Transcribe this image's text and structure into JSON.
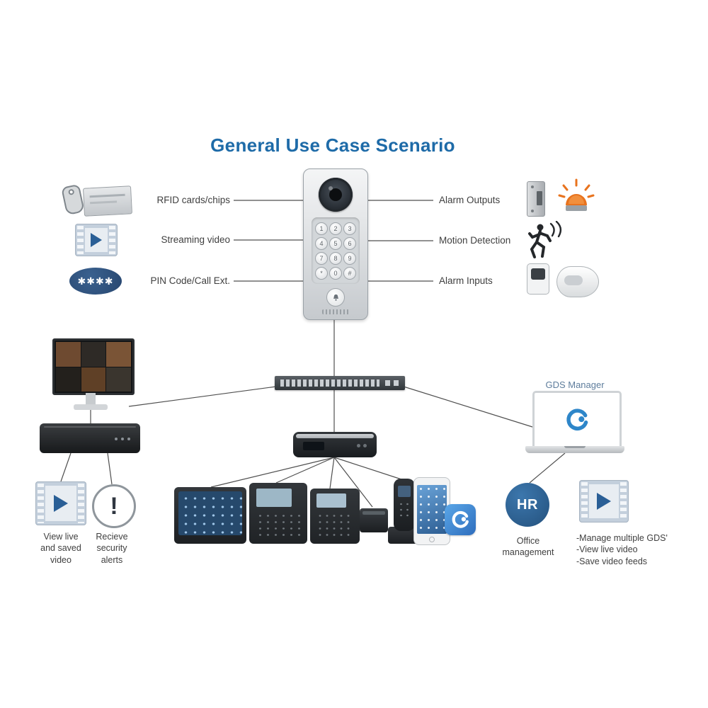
{
  "title": "General Use Case Scenario",
  "colors": {
    "title_blue": "#1e6ba8",
    "accent_blue": "#2a5f96",
    "pin_badge_navy": "#27466f",
    "hr_blue": "#2c5f90",
    "beacon_orange": "#e8731e",
    "film_blue": "#c3cfdc",
    "text_gray": "#3f3f3f"
  },
  "door_station": {
    "keys": [
      "1",
      "2",
      "3",
      "4",
      "5",
      "6",
      "7",
      "8",
      "9",
      "*",
      "0",
      "#"
    ]
  },
  "features_left": [
    {
      "label": "RFID cards/chips",
      "icon": "rfid-card-icon"
    },
    {
      "label": "Streaming video",
      "icon": "film-strip-icon"
    },
    {
      "label": "PIN Code/Call Ext.",
      "icon": "pin-code-badge"
    }
  ],
  "features_right": [
    {
      "label": "Alarm Outputs",
      "icon": "door-strike-icon / alarm-beacon-icon"
    },
    {
      "label": "Motion Detection",
      "icon": "motion-runner-icon"
    },
    {
      "label": "Alarm Inputs",
      "icon": "door-sensor-icon / pir-sensor-icon"
    }
  ],
  "pin_badge": "✱✱✱✱",
  "gds_manager_label": "GDS Manager",
  "hr_badge": "HR",
  "alert_mark": "!",
  "captions": {
    "view_video": "View live\nand saved\nvideo",
    "security_alerts": "Recieve\nsecurity\nalerts",
    "office": "Office\nmanagement",
    "gds_notes": "-Manage multiple GDS'\n-View live video\n-Save video feeds"
  }
}
